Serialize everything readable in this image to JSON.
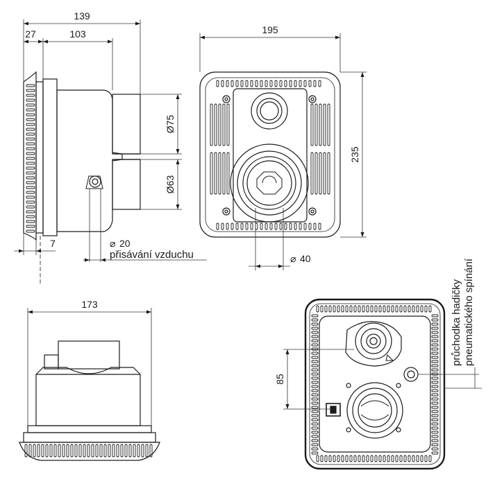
{
  "dimensions": {
    "side_total": "139",
    "side_flange": "27",
    "side_body": "103",
    "side_gap": "7",
    "pipe_upper": "Ø75",
    "pipe_lower": "Ø63",
    "air_dia": "20",
    "front_width": "195",
    "front_height": "235",
    "front_dia": "40",
    "bottom_width": "173",
    "rear_spacing": "85"
  },
  "labels": {
    "air_intake": "přisávání vzduchu",
    "hose_line1": "průchodka hadičky",
    "hose_line2": "pneumatického spínání"
  },
  "symbols": {
    "diameter": "⌀"
  },
  "colors": {
    "line": "#1a1a1a",
    "thin": "#333333"
  }
}
